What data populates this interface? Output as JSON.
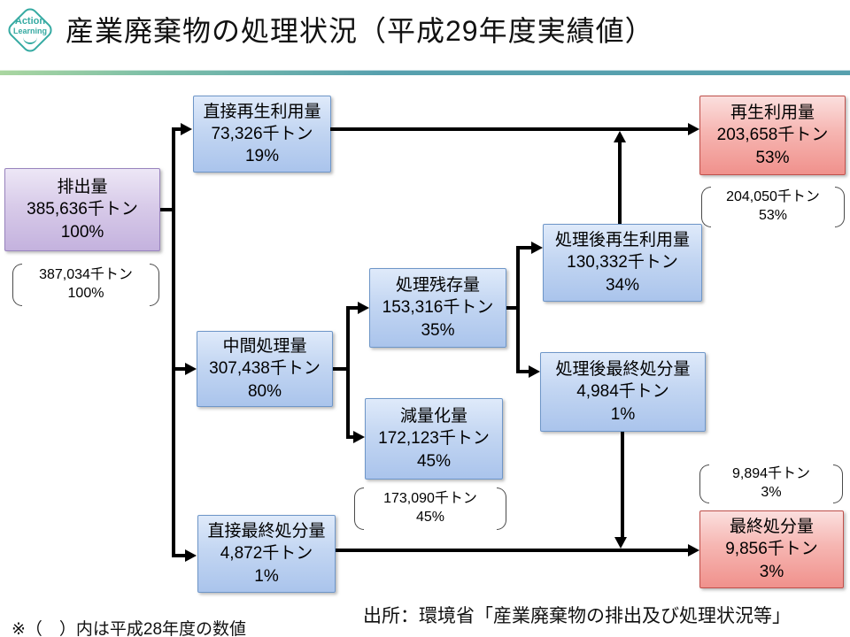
{
  "slide": {
    "logo": {
      "line1": "Action",
      "line2": "Learning"
    },
    "title": "産業廃棄物の処理状況（平成29年度実績値）",
    "note": "※（　）内は平成28年度の数値",
    "source": "出所：環境省「産業廃棄物の排出及び処理状況等」"
  },
  "colors": {
    "accent_teal": "#35aaa2",
    "separator_green": "#aad6a0",
    "separator_teal": "#57a0ae",
    "box_blue_top": "#dfeafa",
    "box_blue_bottom": "#aac4ec",
    "box_blue_border": "#6e96c8",
    "box_purple_top": "#ede7f6",
    "box_purple_bottom": "#c4b2de",
    "box_purple_border": "#9883bd",
    "box_red_top": "#fbdfde",
    "box_red_bottom": "#f0918c",
    "box_red_border": "#bf504b",
    "arrow": "#000000"
  },
  "diagram": {
    "nodes": [
      {
        "label": "排出量",
        "value": "385,636千トン",
        "percent": "100%"
      },
      {
        "label": "直接再生利用量",
        "value": "73,326千トン",
        "percent": "19%"
      },
      {
        "label": "再生利用量",
        "value": "203,658千トン",
        "percent": "53%"
      },
      {
        "label": "中間処理量",
        "value": "307,438千トン",
        "percent": "80%"
      },
      {
        "label": "処理残存量",
        "value": "153,316千トン",
        "percent": "35%"
      },
      {
        "label": "処理後再生利用量",
        "value": "130,332千トン",
        "percent": "34%"
      },
      {
        "label": "処理後最終処分量",
        "value": "4,984千トン",
        "percent": "1%"
      },
      {
        "label": "減量化量",
        "value": "172,123千トン",
        "percent": "45%"
      },
      {
        "label": "直接最終処分量",
        "value": "4,872千トン",
        "percent": "1%"
      },
      {
        "label": "最終処分量",
        "value": "9,856千トン",
        "percent": "3%"
      }
    ],
    "annotations": [
      {
        "value": "387,034千トン",
        "percent": "100%"
      },
      {
        "value": "204,050千トン",
        "percent": "53%"
      },
      {
        "value": "173,090千トン",
        "percent": "45%"
      },
      {
        "value": "9,894千トン",
        "percent": "3%"
      }
    ]
  }
}
